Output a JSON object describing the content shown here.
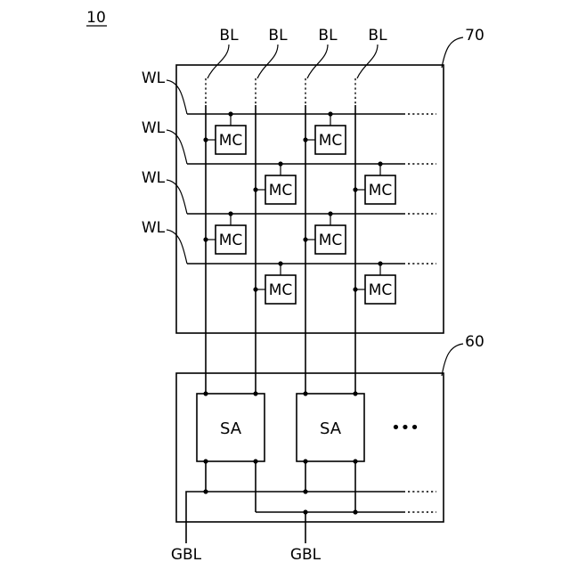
{
  "figure_number": "10",
  "memory_array": {
    "ref": "70",
    "bit_line_labels": [
      "BL",
      "BL",
      "BL",
      "BL"
    ],
    "word_line_labels": [
      "WL",
      "WL",
      "WL",
      "WL"
    ],
    "cell_label": "MC",
    "cell_count": 8
  },
  "sense_block": {
    "ref": "60",
    "amp_labels": [
      "SA",
      "SA"
    ],
    "more_indicator": "•••"
  },
  "global_bit_line_labels": [
    "GBL",
    "GBL"
  ]
}
